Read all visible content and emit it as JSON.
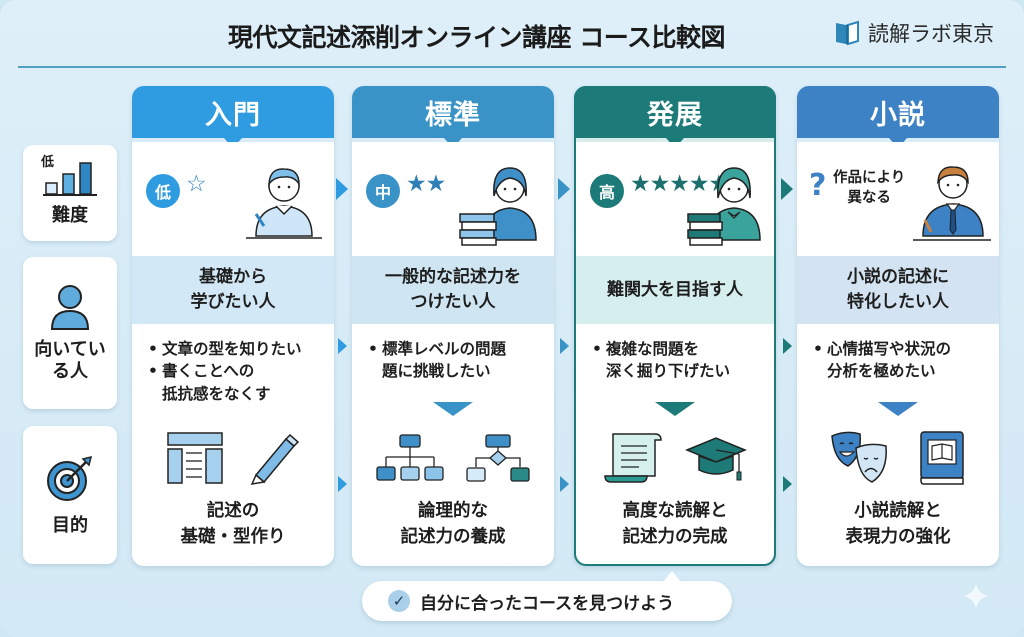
{
  "header": {
    "title": "現代文記述添削オンライン講座 コース比較図",
    "brand": "読解ラボ東京",
    "brand_icon": "open-book-icon"
  },
  "row_labels": {
    "difficulty": {
      "label": "難度",
      "icon_caption": "低",
      "icon": "bar-chart-icon"
    },
    "target": {
      "label": "向いている人",
      "icon": "person-icon"
    },
    "goal": {
      "label": "目的",
      "icon": "target-icon"
    }
  },
  "courses": [
    {
      "name": "入門",
      "level": "低",
      "stars": 1,
      "star_text": "☆",
      "target_person": "基礎から学びたい人",
      "target_lines": [
        "基礎から",
        "学びたい人"
      ],
      "bullets": [
        {
          "lines": [
            "文章の型を知りたい"
          ]
        },
        {
          "lines": [
            "書くことへの",
            "抵抗感をなくす"
          ]
        }
      ],
      "goal_lines": [
        "記述の",
        "基礎・型作り"
      ],
      "goal_icons": [
        "layout-template-icon",
        "pencil-icon"
      ],
      "color": "#2f9be0"
    },
    {
      "name": "標準",
      "level": "中",
      "stars": 2,
      "star_text": "★★",
      "target_lines": [
        "一般的な記述力を",
        "つけたい人"
      ],
      "bullets": [
        {
          "lines": [
            "標準レベルの問題",
            "題に挑戦したい"
          ]
        }
      ],
      "goal_lines": [
        "論理的な",
        "記述力の養成"
      ],
      "goal_icons": [
        "hierarchy-chart-icon",
        "flowchart-icon"
      ],
      "color": "#3a93c6"
    },
    {
      "name": "発展",
      "level": "高",
      "stars": 5,
      "star_text": "★★★★★",
      "target_lines": [
        "難関大を目指す人"
      ],
      "bullets": [
        {
          "lines": [
            "複雑な問題を",
            "深く掘り下げたい"
          ]
        }
      ],
      "goal_lines": [
        "高度な読解と",
        "記述力の完成"
      ],
      "goal_icons": [
        "scroll-icon",
        "graduation-cap-icon"
      ],
      "color": "#1c7a78"
    },
    {
      "name": "小説",
      "level": "?",
      "level_note_lines": [
        "作品により",
        "異なる"
      ],
      "target_lines": [
        "小説の記述に",
        "特化したい人"
      ],
      "bullets": [
        {
          "lines": [
            "心情描写や状況の",
            "分析を極めたい"
          ]
        }
      ],
      "goal_lines": [
        "小説読解と",
        "表現力の強化"
      ],
      "goal_icons": [
        "theater-masks-icon",
        "book-icon"
      ],
      "color": "#3e82c6"
    }
  ],
  "footer": {
    "cta": "自分に合ったコースを見つけよう",
    "cta_icon": "check-icon"
  }
}
